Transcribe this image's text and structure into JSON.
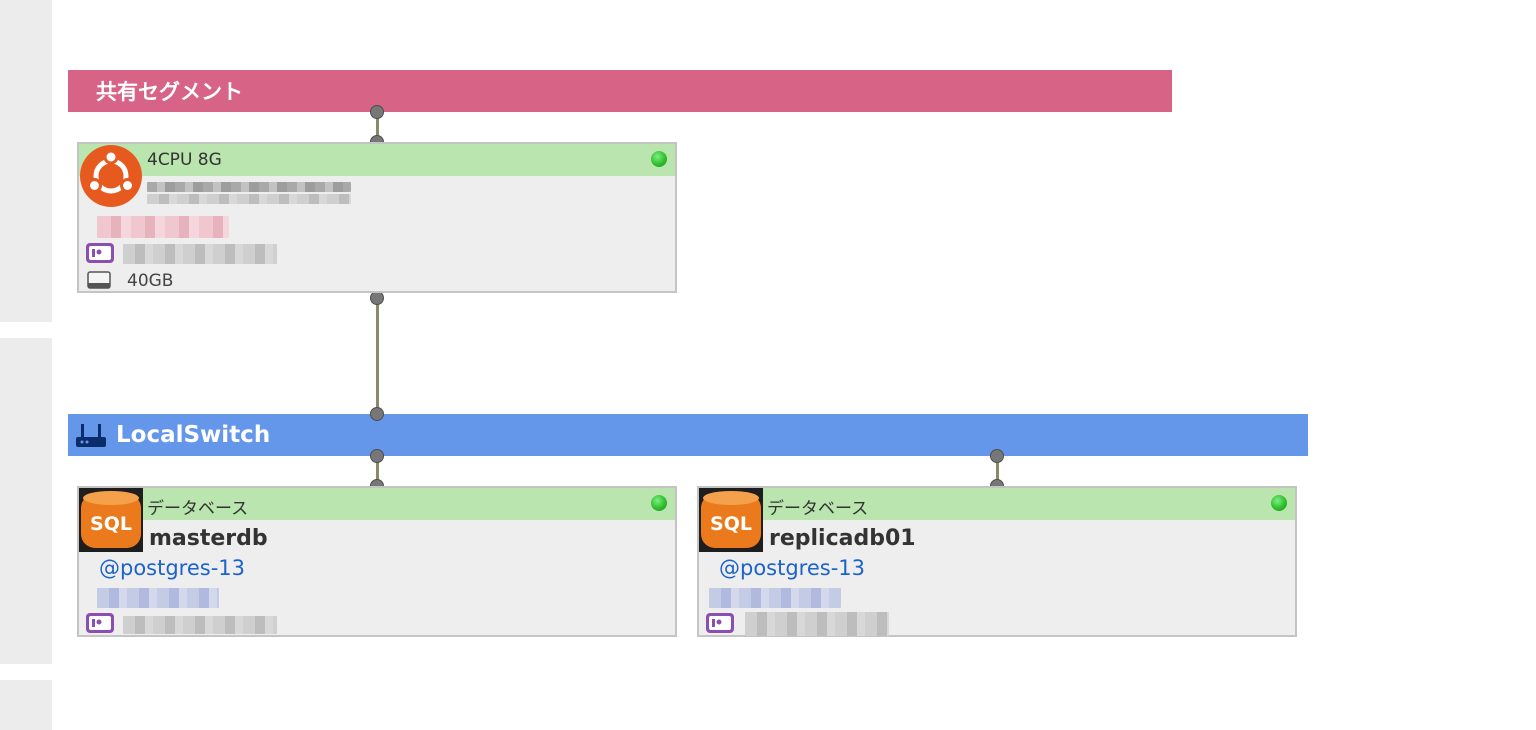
{
  "segments": {
    "shared": {
      "label": "共有セグメント",
      "color": "#d76386"
    },
    "local": {
      "label": "LocalSwitch",
      "color": "#6496ea",
      "icon": "router-icon"
    }
  },
  "servers": [
    {
      "id": "vm",
      "header": "4CPU 8G",
      "os_icon": "ubuntu-icon",
      "status": "running",
      "status_color": "#2fbd2f",
      "ip_icon": "ip-address-icon",
      "disk_icon": "disk-icon",
      "disk_size": "40GB"
    },
    {
      "id": "masterdb",
      "header": "データベース",
      "app_icon": "sql-database-icon",
      "app_icon_text": "SQL",
      "name": "masterdb",
      "app": "@postgres-13",
      "status": "running",
      "ip_icon": "ip-address-icon"
    },
    {
      "id": "replicadb01",
      "header": "データベース",
      "app_icon": "sql-database-icon",
      "app_icon_text": "SQL",
      "name": "replicadb01",
      "app": "@postgres-13",
      "status": "running",
      "ip_icon": "ip-address-icon"
    }
  ],
  "colors": {
    "server_header": "#bae5ae",
    "server_body": "#eeeeee",
    "app_link": "#1c63c9",
    "link_line": "#8a8a6a"
  }
}
